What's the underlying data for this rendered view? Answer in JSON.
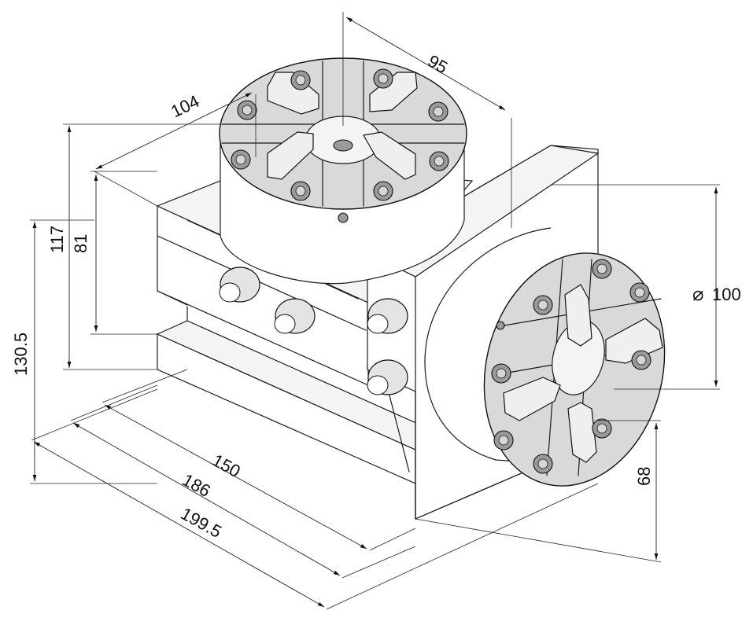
{
  "dimensions": {
    "chuck_offset": "95",
    "top_width": "104",
    "height_117": "117",
    "height_81": "81",
    "height_130": "130.5",
    "length_150": "150",
    "length_186": "186",
    "length_199": "199.5",
    "diameter_symbol": "⌀",
    "diameter_value": "100",
    "axis_height": "68"
  }
}
